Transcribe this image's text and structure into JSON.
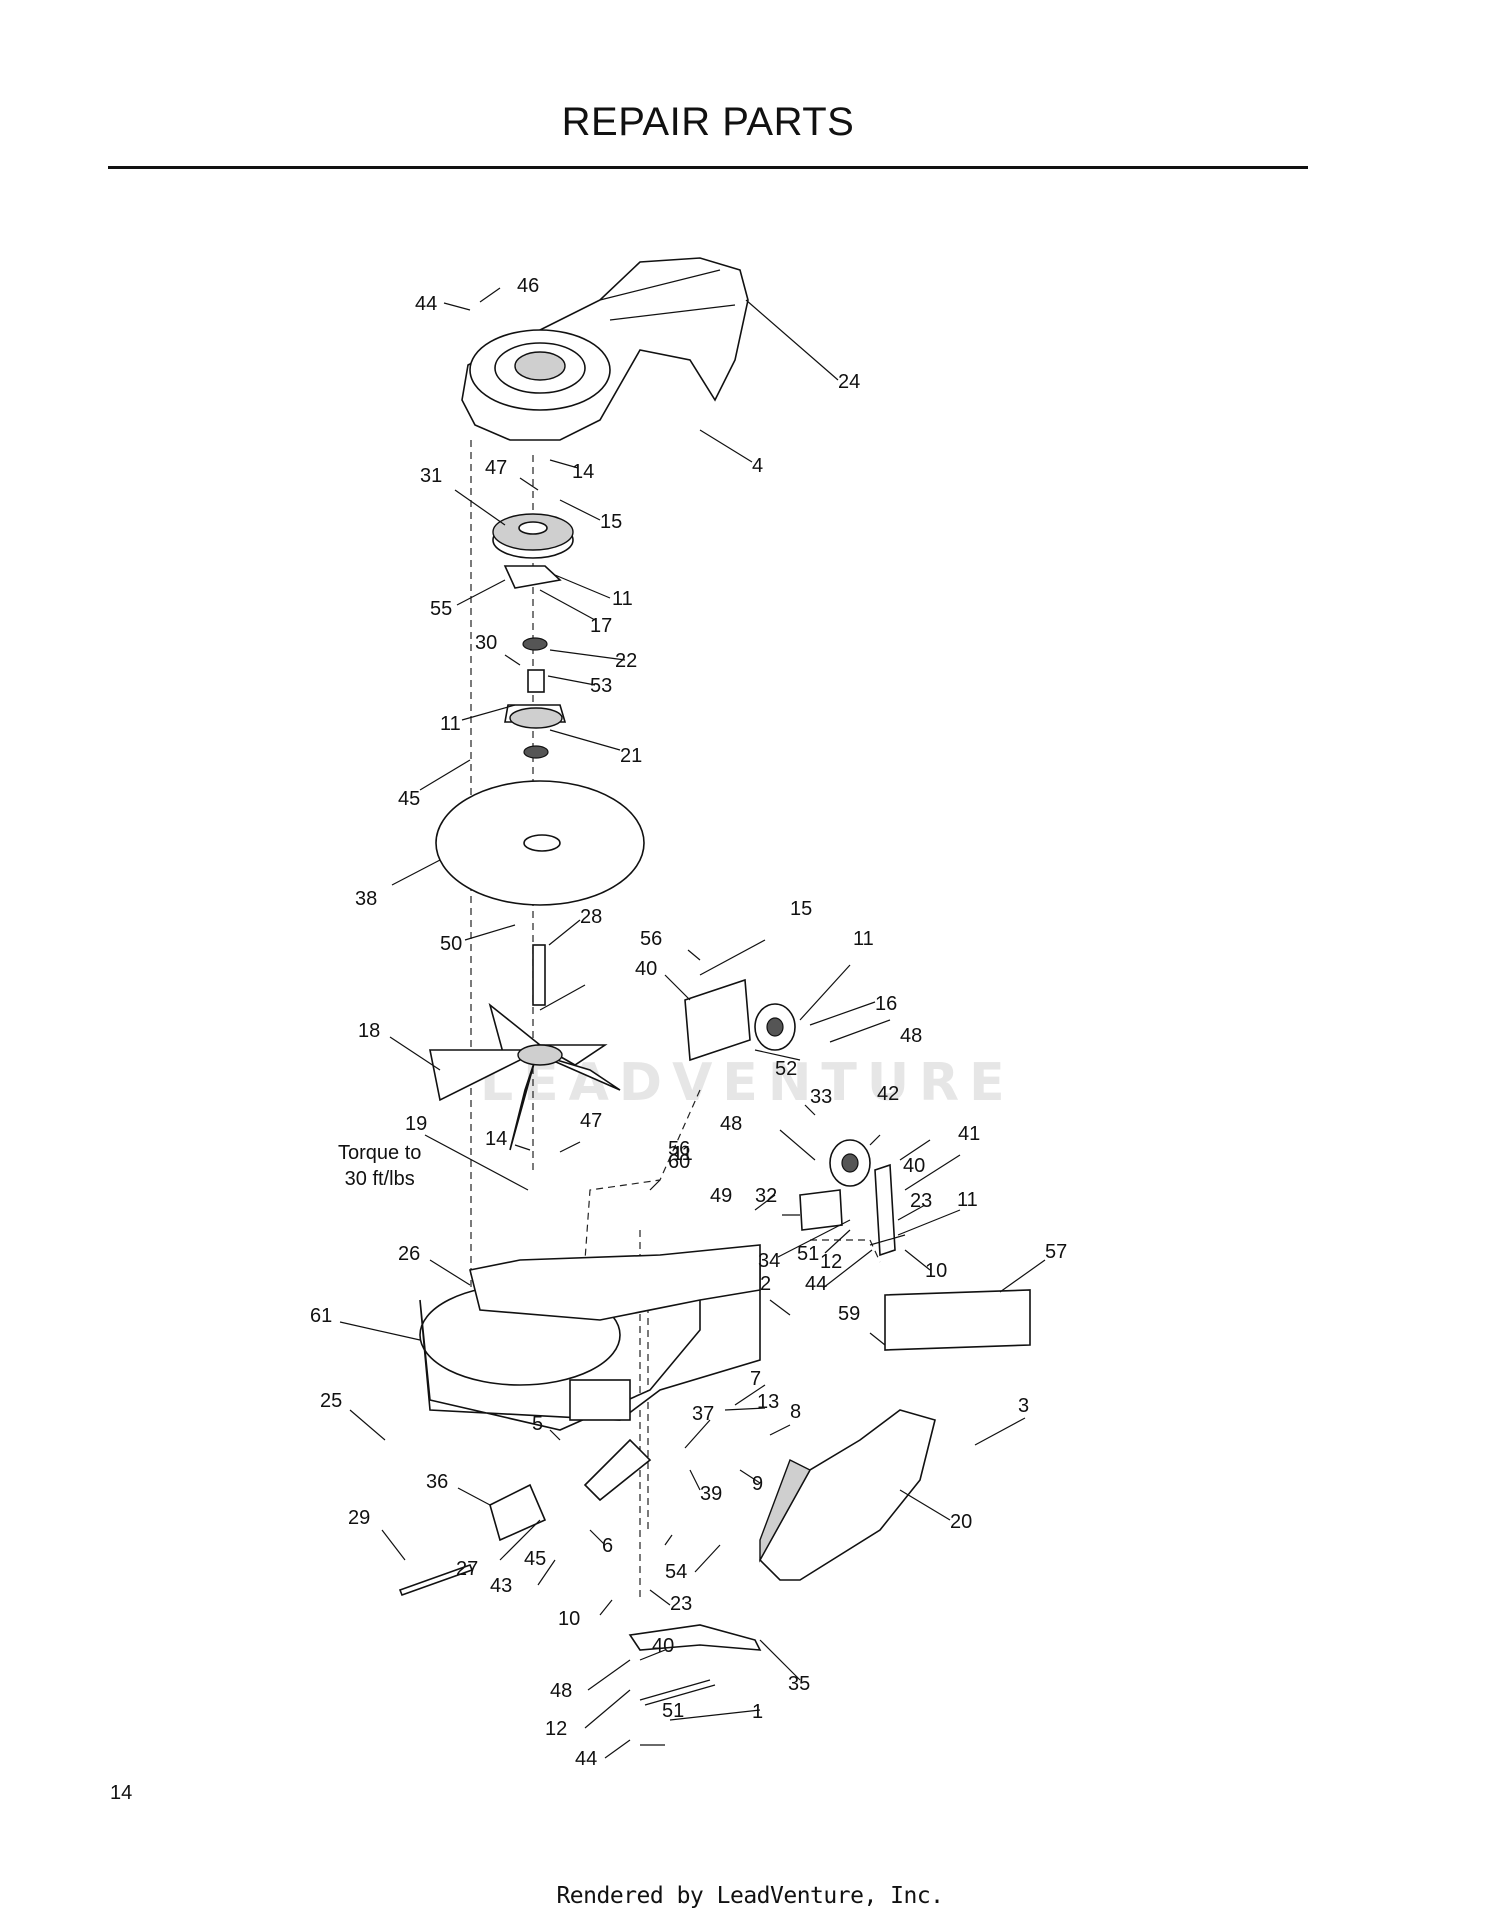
{
  "header": {
    "title": "REPAIR PARTS"
  },
  "diagram": {
    "callouts": [
      "44",
      "46",
      "24",
      "4",
      "14",
      "47",
      "31",
      "15",
      "55",
      "11",
      "17",
      "30",
      "22",
      "53",
      "11",
      "21",
      "45",
      "38",
      "50",
      "28",
      "18",
      "19",
      "14",
      "47",
      "15",
      "56",
      "40",
      "11",
      "16",
      "48",
      "52",
      "33",
      "42",
      "48",
      "41",
      "11",
      "56",
      "40",
      "60",
      "49",
      "32",
      "23",
      "11",
      "34",
      "51",
      "12",
      "10",
      "57",
      "44",
      "2",
      "59",
      "26",
      "61",
      "7",
      "13",
      "8",
      "37",
      "3",
      "25",
      "5",
      "9",
      "36",
      "39",
      "20",
      "29",
      "6",
      "45",
      "27",
      "54",
      "43",
      "10",
      "23",
      "40",
      "35",
      "48",
      "12",
      "51",
      "1",
      "44"
    ],
    "torque_note_line1": "Torque to",
    "torque_note_line2": "30 ft/lbs",
    "watermark": "LEADVENTURE"
  },
  "page": {
    "number": "14"
  },
  "footer": {
    "rendered_by": "Rendered by LeadVenture, Inc."
  }
}
